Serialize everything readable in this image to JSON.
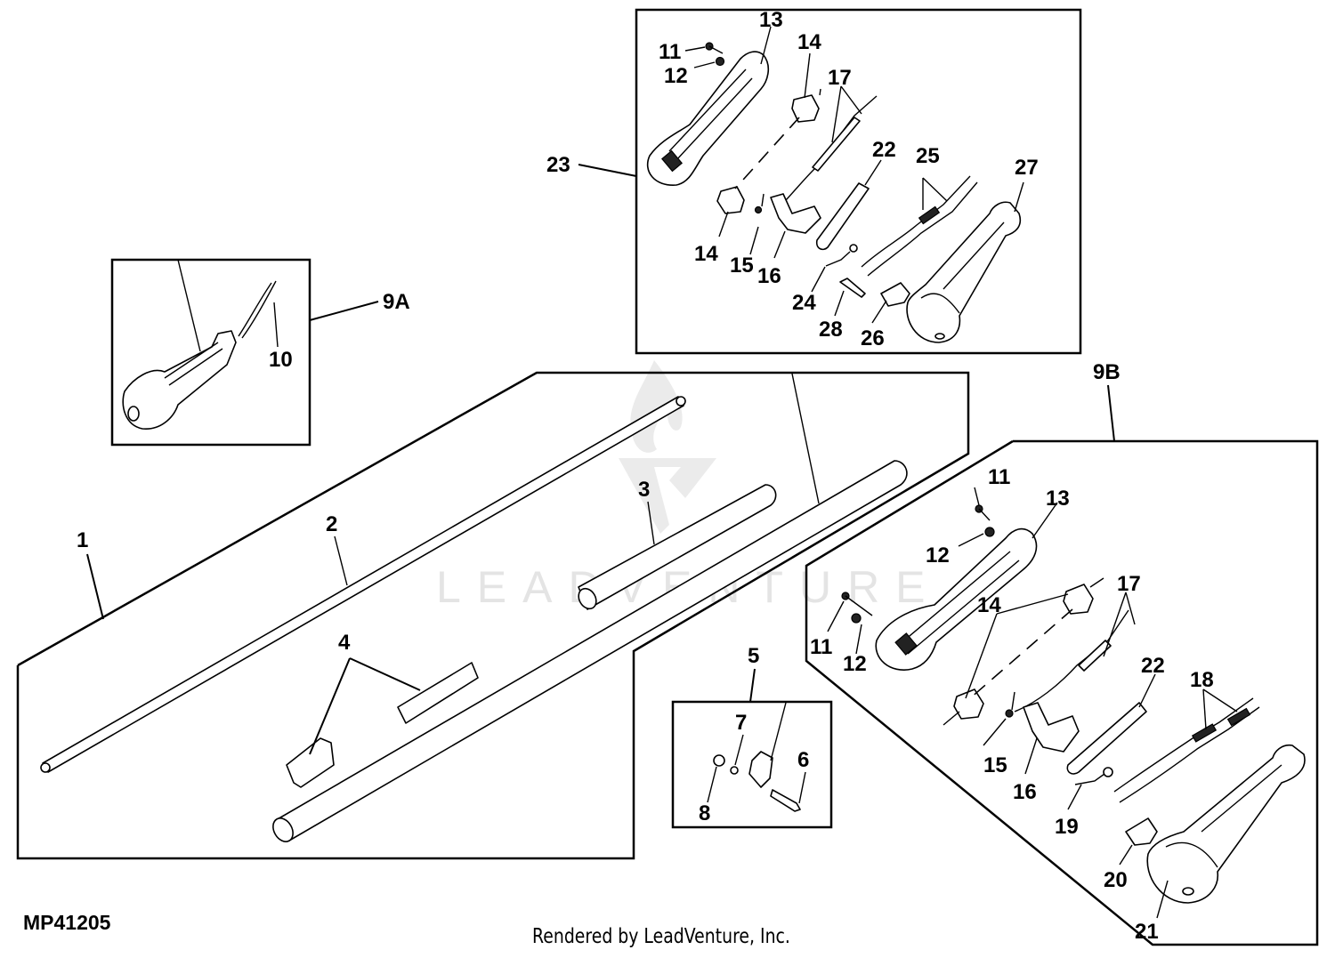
{
  "diagram": {
    "figure_id": "MP41205",
    "credit": "Rendered by LeadVenture, Inc.",
    "watermark": "LEADVENTURE",
    "groups": {
      "handle_assembly": {
        "callout": "23"
      },
      "variant_a": {
        "callout": "9A"
      },
      "variant_b": {
        "callout": "9B"
      },
      "shaft_kit": {
        "callout": "1"
      },
      "bracket_kit": {
        "callout": "5"
      }
    },
    "callouts": {
      "c1": "1",
      "c2": "2",
      "c3": "3",
      "c4": "4",
      "c5": "5",
      "c6": "6",
      "c7": "7",
      "c8": "8",
      "c9a": "9A",
      "c9b": "9B",
      "c10": "10",
      "top_11": "11",
      "top_12": "12",
      "top_13": "13",
      "top_14a": "14",
      "top_14b": "14",
      "top_15": "15",
      "top_16": "16",
      "top_17": "17",
      "top_22": "22",
      "top_23": "23",
      "top_24": "24",
      "top_25": "25",
      "top_26": "26",
      "top_27": "27",
      "top_28": "28",
      "b_11a": "11",
      "b_11b": "11",
      "b_12a": "12",
      "b_12b": "12",
      "b_13": "13",
      "b_14": "14",
      "b_15": "15",
      "b_16": "16",
      "b_17": "17",
      "b_18": "18",
      "b_19": "19",
      "b_20": "20",
      "b_21": "21",
      "b_22": "22"
    }
  }
}
